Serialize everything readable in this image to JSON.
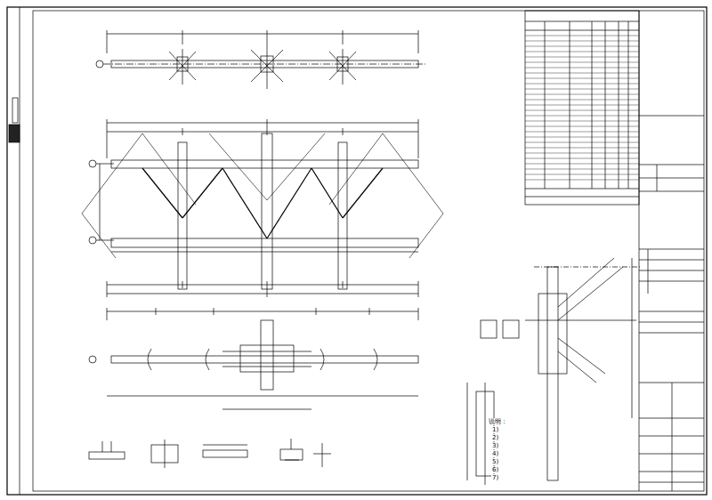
{
  "diagram": {
    "labels": [
      "说明：",
      "1)",
      "2)",
      "3)",
      "4)",
      "5)",
      "6)",
      "7)"
    ]
  }
}
